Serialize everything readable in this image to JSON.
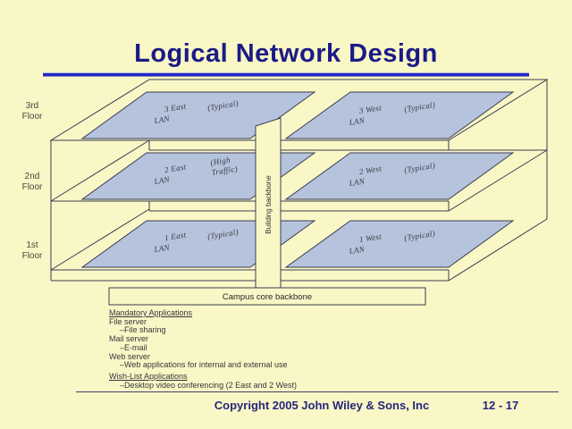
{
  "slide": {
    "title": "Logical Network Design"
  },
  "diagram": {
    "floor_labels": [
      {
        "line1": "3rd",
        "line2": "Floor"
      },
      {
        "line1": "2nd",
        "line2": "Floor"
      },
      {
        "line1": "1st",
        "line2": "Floor"
      }
    ],
    "lans": [
      {
        "id": "3-east",
        "line1": "3 East",
        "line2": "LAN",
        "note1": "(Typical)",
        "note2": ""
      },
      {
        "id": "3-west",
        "line1": "3 West",
        "line2": "LAN",
        "note1": "(Typical)",
        "note2": ""
      },
      {
        "id": "2-east",
        "line1": "2 East",
        "line2": "LAN",
        "note1": "(High",
        "note2": "Traffic)"
      },
      {
        "id": "2-west",
        "line1": "2 West",
        "line2": "LAN",
        "note1": "(Typical)",
        "note2": ""
      },
      {
        "id": "1-east",
        "line1": "1 East",
        "line2": "LAN",
        "note1": "(Typical)",
        "note2": ""
      },
      {
        "id": "1-west",
        "line1": "1 West",
        "line2": "LAN",
        "note1": "(Typical)",
        "note2": ""
      }
    ],
    "building_backbone_label": "Building backbone",
    "campus_backbone_label": "Campus core backbone",
    "colors": {
      "background": "#f9f7c5",
      "lan_fill": "#b5c3dc",
      "outline": "#3c3c55",
      "title": "#1b1b87",
      "title_rule": "#2127c9",
      "footer_text": "#26267e"
    }
  },
  "applications": {
    "items": [
      {
        "text": "Mandatory Applications",
        "style": "heading"
      },
      {
        "text": "File server",
        "style": "item"
      },
      {
        "text": "–File sharing",
        "style": "sub"
      },
      {
        "text": "Mail server",
        "style": "item"
      },
      {
        "text": "–E-mail",
        "style": "sub"
      },
      {
        "text": "Web server",
        "style": "item"
      },
      {
        "text": "–Web applications for internal and external use",
        "style": "sub"
      },
      {
        "text": "Wish-List Applications",
        "style": "heading"
      },
      {
        "text": "–Desktop video conferencing (2 East and 2 West)",
        "style": "sub"
      }
    ]
  },
  "footer": {
    "copyright": "Copyright 2005 John Wiley & Sons, Inc",
    "page": "12 - 17"
  }
}
